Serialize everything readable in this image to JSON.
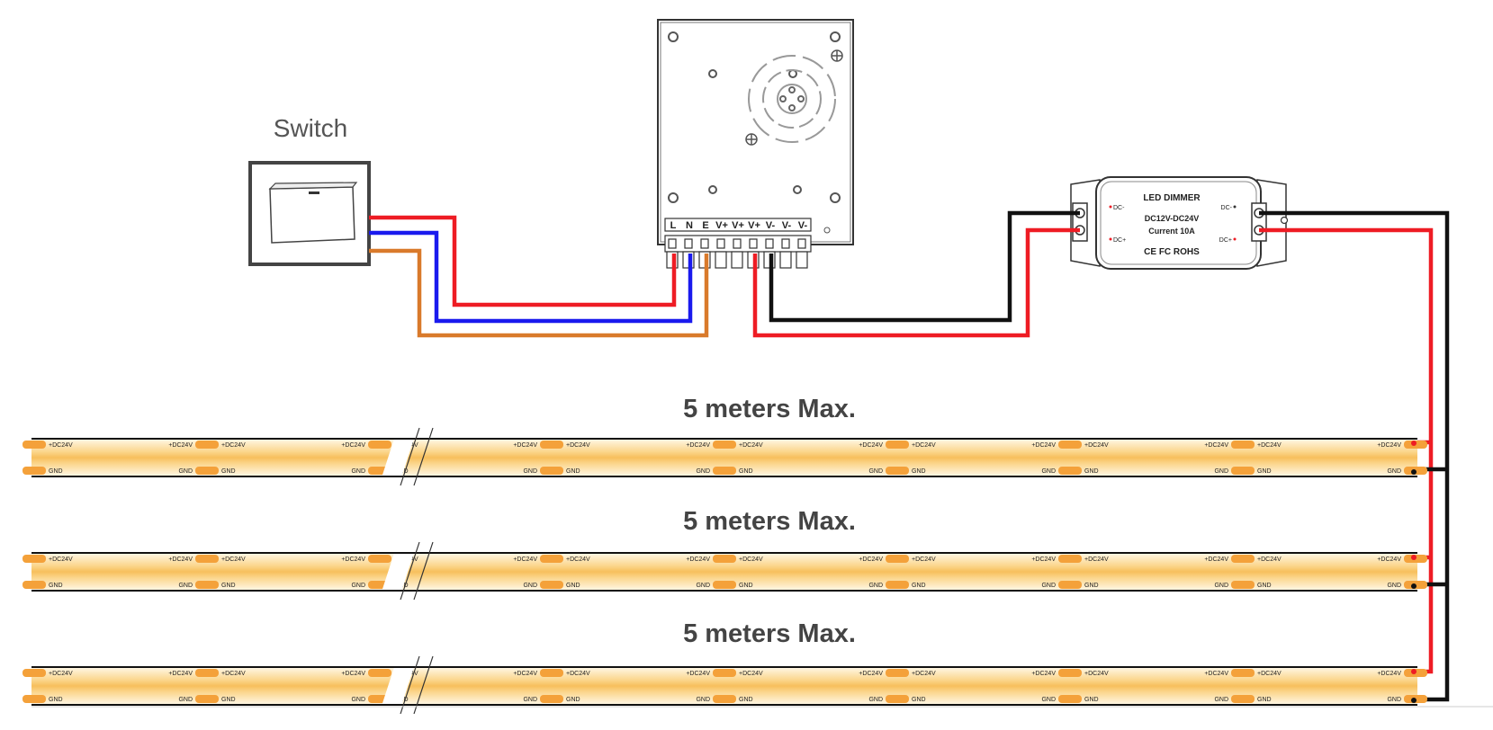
{
  "switch": {
    "label": "Switch"
  },
  "power_supply": {
    "terminals": [
      "L",
      "N",
      "E",
      "V+",
      "V+",
      "V+",
      "V-",
      "V-",
      "V-"
    ]
  },
  "dimmer": {
    "title": "LED DIMMER",
    "voltage": "DC12V-DC24V",
    "current": "Current 10A",
    "certs": "CE FC ROHS",
    "in_minus": "DC-",
    "in_plus": "DC+",
    "out_minus": "DC-",
    "out_plus": "DC+"
  },
  "strips": [
    {
      "length_label": "5 meters Max.",
      "plus_label": "DC24V",
      "gnd_label": "GND"
    },
    {
      "length_label": "5 meters Max.",
      "plus_label": "DC24V",
      "gnd_label": "GND"
    },
    {
      "length_label": "5 meters Max.",
      "plus_label": "DC24V",
      "gnd_label": "GND"
    }
  ],
  "colors": {
    "live": "#ee1c24",
    "neutral": "#1a1aee",
    "earth": "#d97a2b",
    "positive": "#ee1c24",
    "negative": "#111111",
    "strip_glow": "#f7c46a",
    "led_pad": "#f4a13a"
  }
}
